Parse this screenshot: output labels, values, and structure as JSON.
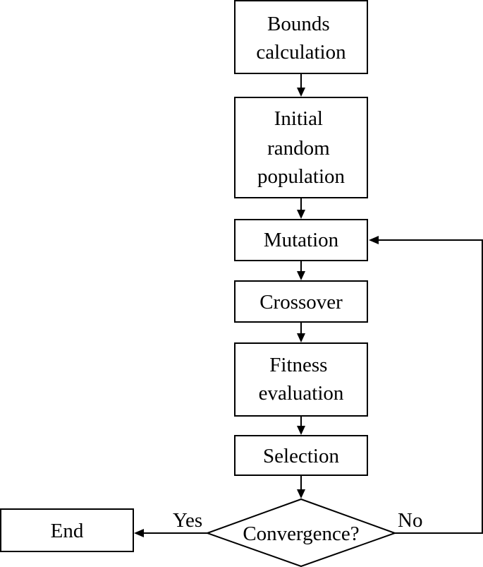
{
  "nodes": {
    "bounds": {
      "lines": [
        "Bounds",
        "calculation"
      ]
    },
    "initial": {
      "lines": [
        "Initial",
        "random",
        "population"
      ]
    },
    "mutation": {
      "lines": [
        "Mutation"
      ]
    },
    "crossover": {
      "lines": [
        "Crossover"
      ]
    },
    "fitness": {
      "lines": [
        "Fitness",
        "evaluation"
      ]
    },
    "selection": {
      "lines": [
        "Selection"
      ]
    },
    "convergence": {
      "lines": [
        "Convergence?"
      ]
    },
    "end": {
      "lines": [
        "End"
      ]
    }
  },
  "edge_labels": {
    "yes": "Yes",
    "no": "No"
  }
}
